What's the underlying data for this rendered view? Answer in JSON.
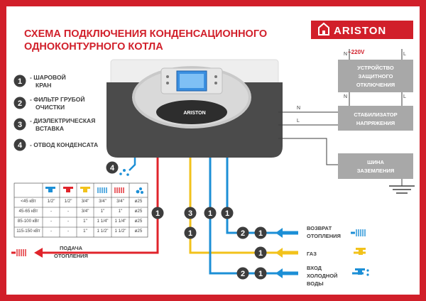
{
  "title": {
    "line1": "СХЕМА ПОДКЛЮЧЕНИЯ КОНДЕНСАЦИОННОГО",
    "line2": "ОДНОКОНТУРНОГО КОТЛА"
  },
  "brand": {
    "logo_text": "ARISTON",
    "boiler_text": "ARISTON"
  },
  "legend": [
    {
      "num": "1",
      "line1": "- ШАРОВОЙ",
      "line2": "КРАН"
    },
    {
      "num": "2",
      "line1": "- ФИЛЬТР ГРУБОЙ",
      "line2": "ОЧИСТКИ"
    },
    {
      "num": "3",
      "line1": "- ДИЭЛЕКТРИЧЕСКАЯ",
      "line2": "ВСТАВКА"
    },
    {
      "num": "4",
      "line1": "- ОТВОД КОНДЕНСАТА",
      "line2": ""
    }
  ],
  "electrical": {
    "voltage": "~220V",
    "n_label": "N",
    "l_label": "L",
    "rcd": [
      "УСТРОЙСТВО",
      "ЗАЩИТНОГО",
      "ОТКЛЮЧЕНИЯ"
    ],
    "stabilizer": [
      "СТАБИЛИЗАТОР",
      "НАПРЯЖЕНИЯ"
    ],
    "ground_bus": [
      "ШИНА",
      "ЗАЗЕМЛЕНИЯ"
    ]
  },
  "table": {
    "rows": [
      [
        "<45 кВт",
        "1/2\"",
        "1/2\"",
        "3/4\"",
        "3/4\"",
        "3/4\"",
        "ø25"
      ],
      [
        "45-65 кВт",
        "-",
        "-",
        "3/4\"",
        "1\"",
        "1\"",
        "ø25"
      ],
      [
        "85-100 кВт",
        "-",
        "-",
        "1\"",
        "1 1/4\"",
        "1 1/4\"",
        "ø25"
      ],
      [
        "115-150 кВт",
        "-",
        "-",
        "1\"",
        "1 1/2\"",
        "1 1/2\"",
        "ø25"
      ]
    ]
  },
  "pipes": {
    "supply": [
      "ПОДАЧА",
      "ОТОПЛЕНИЯ"
    ],
    "return": [
      "ВОЗВРАТ",
      "ОТОПЛЕНИЯ"
    ],
    "gas": "ГАЗ",
    "cold_water": [
      "ВХОД",
      "ХОЛОДНОЙ",
      "ВОДЫ"
    ]
  },
  "markers": {
    "one": "1",
    "two": "2",
    "three": "3",
    "four": "4"
  },
  "colors": {
    "frame_red": "#d11f2a",
    "title_red": "#d11f2a",
    "dark": "#3d3d3d",
    "grey_box": "#a8a8a8",
    "blue": "#1c8fd6",
    "yellow": "#f2c21b",
    "red": "#e0242b"
  }
}
